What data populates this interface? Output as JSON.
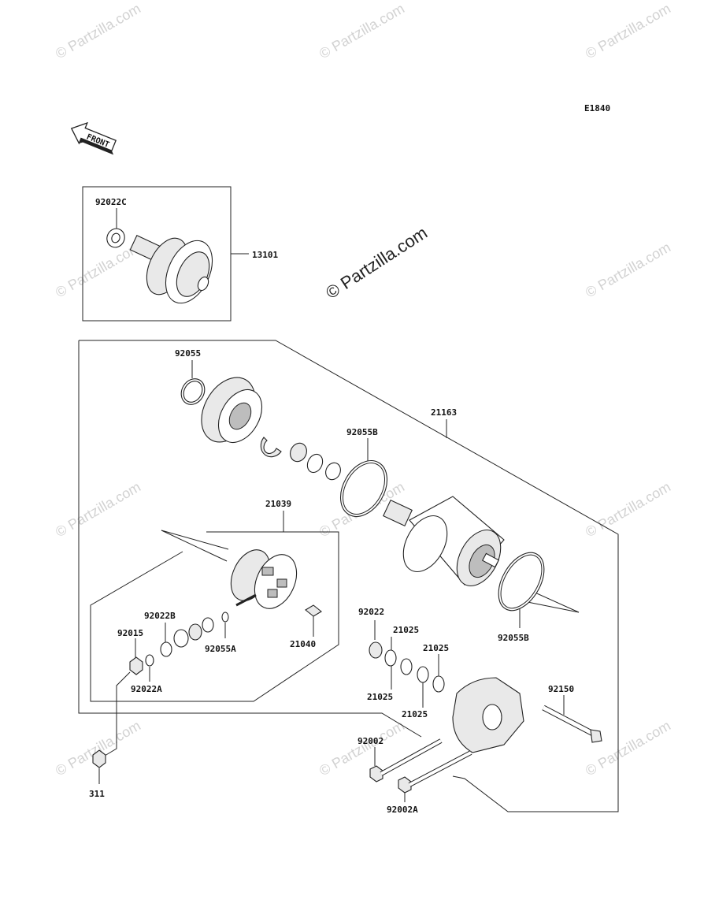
{
  "diagram_code": "E1840",
  "front_arrow_label": "FRONT",
  "watermark": "© Partzilla.com",
  "labels": {
    "p92022C": "92022C",
    "p13101": "13101",
    "p92055": "92055",
    "p21163": "21163",
    "p92055B_top": "92055B",
    "p21039": "21039",
    "p92022B": "92022B",
    "p92015": "92015",
    "p92055A": "92055A",
    "p21040": "21040",
    "p92022A": "92022A",
    "p92055B_bottom": "92055B",
    "p92022": "92022",
    "p21025_a": "21025",
    "p21025_b": "21025",
    "p21025_c": "21025",
    "p21025_d": "21025",
    "p92150": "92150",
    "p92002": "92002",
    "p92002A": "92002A",
    "p311": "311"
  }
}
